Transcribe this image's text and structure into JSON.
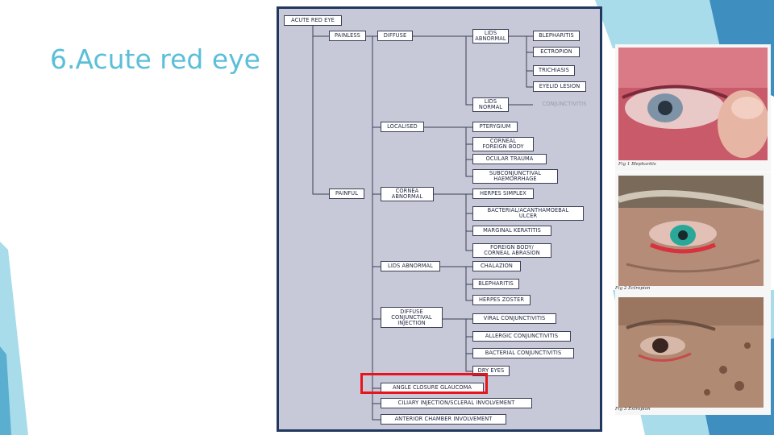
{
  "slide": {
    "title": "6.Acute red eye"
  },
  "flowchart": {
    "root": "ACUTE RED EYE",
    "painless": "PAINLESS",
    "painful": "PAINFUL",
    "diffuse": "DIFFUSE",
    "localised": "LOCALISED",
    "lids_abnormal": "LIDS\nABNORMAL",
    "lids_normal": "LIDS\nNORMAL",
    "blepharitis": "BLEPHARITIS",
    "ectropion": "ECTROPION",
    "trichiasis": "TRICHIASIS",
    "eyelid_lesion": "EYELID LESION",
    "conjunctivitis": "CONJUNCTIVITIS",
    "pterygium": "PTERYGIUM",
    "corneal_foreign_body": "CORNEAL\nFOREIGN BODY",
    "ocular_trauma": "OCULAR TRAUMA",
    "subconjunctival": "SUBCONJUNCTIVAL\nHAEMORRHAGE",
    "cornea_abnormal": "CORNEA\nABNORMAL",
    "herpes_simplex": "HERPES SIMPLEX",
    "bacterial_ulcer": "BACTERIAL/ACANTHAMOEBAL\nULCER",
    "marginal_keratitis": "MARGINAL KERATITIS",
    "foreign_body_abrasion": "FOREIGN BODY/\nCORNEAL ABRASION",
    "lids_abnormal_2": "LIDS ABNORMAL",
    "chalazion": "CHALAZION",
    "blepharitis_2": "BLEPHARITIS",
    "herpes_zoster": "HERPES ZOSTER",
    "diffuse_conj": "DIFFUSE\nCONJUNCTIVAL\nINJECTION",
    "viral_conj": "VIRAL CONJUNCTIVITIS",
    "allergic_conj": "ALLERGIC CONJUNCTIVITIS",
    "bacterial_conj": "BACTERIAL CONJUNCTIVITIS",
    "dry_eyes": "DRY EYES",
    "angle_closure": "ANGLE CLOSURE GLAUCOMA",
    "ciliary": "CILIARY INJECTION/SCLERAL INVOLVEMENT",
    "anterior_chamber": "ANTERIOR CHAMBER INVOLVEMENT"
  },
  "figures": [
    {
      "caption": "Fig 1 Blepharitis"
    },
    {
      "caption": "Fig 2 Ectropion"
    },
    {
      "caption": "Fig 3 Extropion"
    }
  ],
  "colors": {
    "title": "#5bbfd8",
    "chart_bg": "#c8c9d8",
    "chart_border": "#21375e",
    "highlight": "#e8141c",
    "accent_light": "#a8dcea",
    "accent_dark": "#3f8ec0"
  }
}
